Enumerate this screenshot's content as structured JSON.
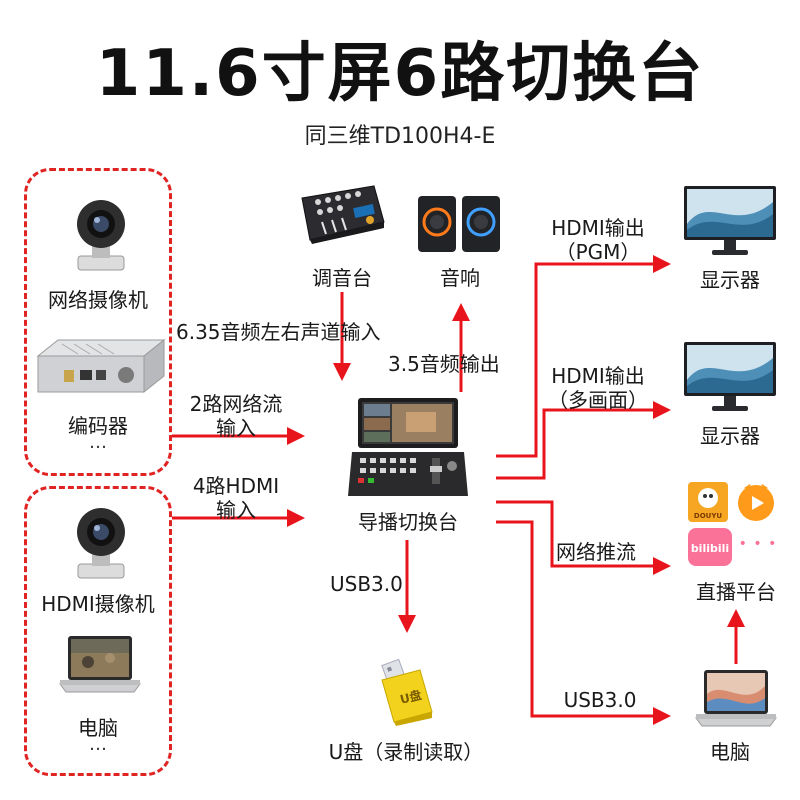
{
  "title": "11.6寸屏6路切换台",
  "subtitle": "同三维TD100H4-E",
  "inputs": {
    "ip_camera": "网络摄像机",
    "encoder": "编码器",
    "encoder_more": "…",
    "hdmi_camera": "HDMI摄像机",
    "pc": "电脑",
    "pc_more": "…"
  },
  "audio": {
    "mixer": "调音台",
    "speaker": "音响",
    "in_label": "6.35音频左右声道输入",
    "out_label": "3.5音频输出"
  },
  "center": {
    "switcher": "导播切换台",
    "net_in_line1": "2路网络流",
    "net_in_line2": "输入",
    "hdmi_in_line1": "4路HDMI",
    "hdmi_in_line2": "输入",
    "usb_label": "USB3.0",
    "udisk": "U盘（录制读取）",
    "udisk_badge": "U盘"
  },
  "outputs": {
    "hdmi_out1_line1": "HDMI输出",
    "hdmi_out1_line2": "（PGM）",
    "monitor1": "显示器",
    "hdmi_out2_line1": "HDMI输出",
    "hdmi_out2_line2": "（多画面）",
    "monitor2": "显示器",
    "stream_label": "网络推流",
    "live_platform": "直播平台",
    "usb_label": "USB3.0",
    "pc": "电脑",
    "douyu": "DOUYU",
    "bilibili": "bilibili",
    "more_dots": "• • •"
  },
  "colors": {
    "arrow": "#e8141b",
    "dashed": "#e02424"
  },
  "icons": [
    "ptz-camera-icon",
    "encoder-box-icon",
    "audio-mixer-icon",
    "speaker-icon",
    "switcher-icon",
    "usb-drive-icon",
    "monitor-icon",
    "laptop-icon",
    "douyu-icon",
    "huya-icon",
    "bilibili-icon"
  ]
}
